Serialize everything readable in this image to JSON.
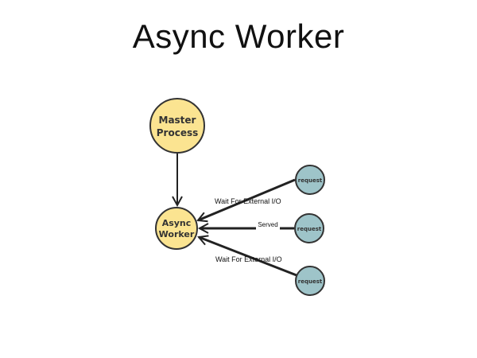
{
  "title": "Async Worker",
  "colors": {
    "process_fill": "#fbe491",
    "request_fill": "#9ec4c9",
    "stroke": "#333333"
  },
  "nodes": {
    "master": {
      "line1": "Master",
      "line2": "Process"
    },
    "worker": {
      "line1": "Async",
      "line2": "Worker"
    },
    "requests": [
      {
        "label": "request"
      },
      {
        "label": "request"
      },
      {
        "label": "request"
      }
    ]
  },
  "edges": {
    "top": "Wait For External I/O",
    "middle": "Served",
    "bottom": "Wait For External I/O"
  }
}
